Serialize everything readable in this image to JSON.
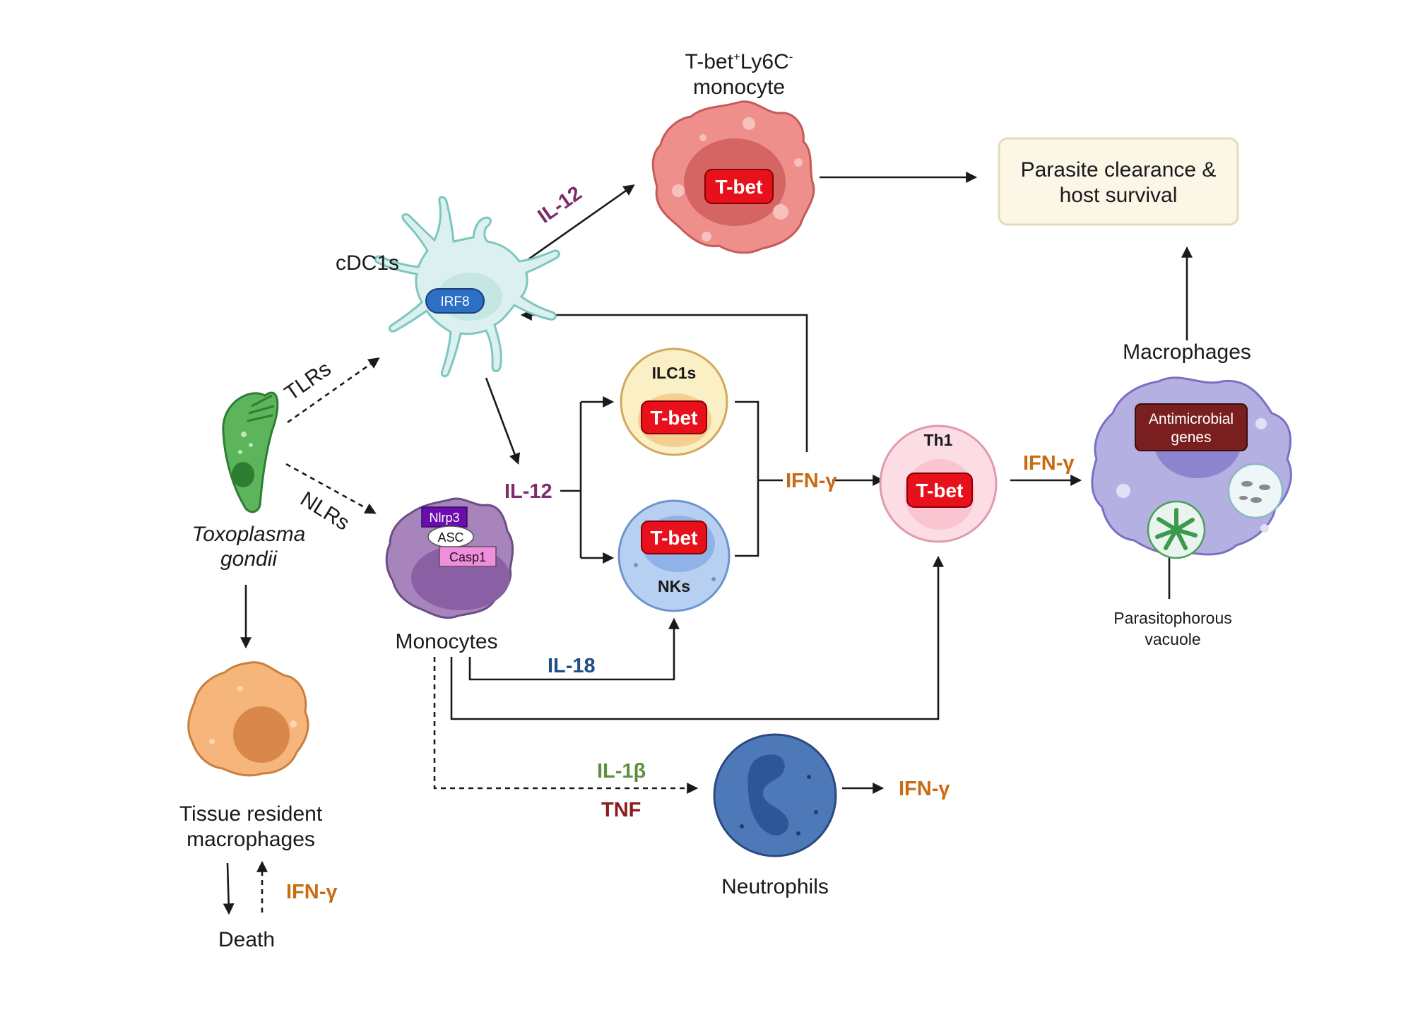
{
  "colors": {
    "il12": "#7b2d6e",
    "ifng": "#c96b12",
    "il18": "#1f4e89",
    "il1b": "#5e8f3e",
    "tnf": "#8b1a1a",
    "tbet": "#e8101a",
    "irf8": "#2d6fc4",
    "arrow": "#1a1a1a"
  },
  "labels": {
    "monocyte_title_1": "T-bet",
    "monocyte_title_sup1": "+",
    "monocyte_title_2": "Ly6C",
    "monocyte_title_sup2": "-",
    "monocyte_title_line2": "monocyte",
    "outcome": [
      "Parasite clearance &",
      "host survival"
    ],
    "cdc1": "cDC1s",
    "irf8": "IRF8",
    "tlrs": "TLRs",
    "nlrs": "NLRs",
    "toxo": [
      "Toxoplasma",
      "gondii"
    ],
    "nlrp3": "Nlrp3",
    "asc": "ASC",
    "casp1": "Casp1",
    "monocytes": "Monocytes",
    "ilc1s": "ILC1s",
    "nks": "NKs",
    "tbet": "T-bet",
    "th1": "Th1",
    "macrophages": "Macrophages",
    "antimicrobial": [
      "Antimicrobial",
      "genes"
    ],
    "pv": [
      "Parasitophorous",
      "vacuole"
    ],
    "tissue_mac": [
      "Tissue resident",
      "macrophages"
    ],
    "death": "Death",
    "neutrophils": "Neutrophils"
  },
  "cytokines": {
    "il12_top": "IL-12",
    "il12_mid": "IL-12",
    "il18": "IL-18",
    "il1b": "IL-1β",
    "tnf": "TNF",
    "ifng_mid": "IFN-γ",
    "ifng_th1": "IFN-γ",
    "ifng_neut": "IFN-γ",
    "ifng_tissue": "IFN-γ"
  },
  "icons": [
    "parasite-icon",
    "dendritic-cell-icon",
    "monocyte-cell-icon",
    "ilc1-cell-icon",
    "nk-cell-icon",
    "th1-cell-icon",
    "macrophage-cell-icon",
    "tissue-macrophage-icon",
    "neutrophil-cell-icon"
  ]
}
